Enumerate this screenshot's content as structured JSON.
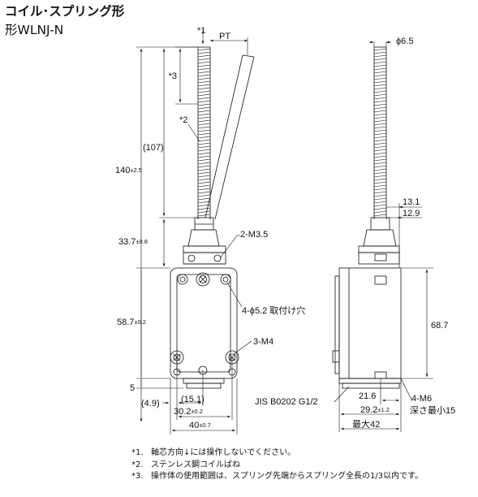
{
  "title": {
    "line1": "コイル･スプリング形",
    "line2": "形WLNJ-N"
  },
  "labels": {
    "star1": "*1",
    "pt": "PT",
    "star3": "*3",
    "star2": "*2",
    "d107": "(107)",
    "d140": "140",
    "d140_tol": "±2.5",
    "d33_7": "33.7",
    "d33_7_tol": "±0.8",
    "m35": "2-M3.5",
    "phi52": "4-ϕ5.2 取付け穴",
    "d58_7": "58.7",
    "d58_7_tol": "±0.2",
    "m4": "3-M4",
    "d5": "5",
    "d4_9": "(4.9)",
    "d15_1": "(15.1)",
    "d30_2": "30.2",
    "d30_2_tol": "±0.2",
    "d40": "40",
    "d40_tol": "±0.7",
    "phi65": "ϕ6.5",
    "d13_1": "13.1",
    "d12_9": "12.9",
    "d68_7": "68.7",
    "jis": "JIS B0202 G1/2",
    "d21_6": "21.6",
    "d29_2": "29.2",
    "d29_2_tol": "±1.2",
    "m6": "4-M6",
    "depth": "深さ最小15",
    "max42": "最大42"
  },
  "notes": [
    {
      "mark": "*1.",
      "text": "軸芯方向↓には操作しないでください。"
    },
    {
      "mark": "*2.",
      "text": "ステンレス鋼コイルばね"
    },
    {
      "mark": "*3.",
      "text": "操作体の使用範囲は、スプリング先端からスプリング全長の1/3以内です。"
    }
  ]
}
